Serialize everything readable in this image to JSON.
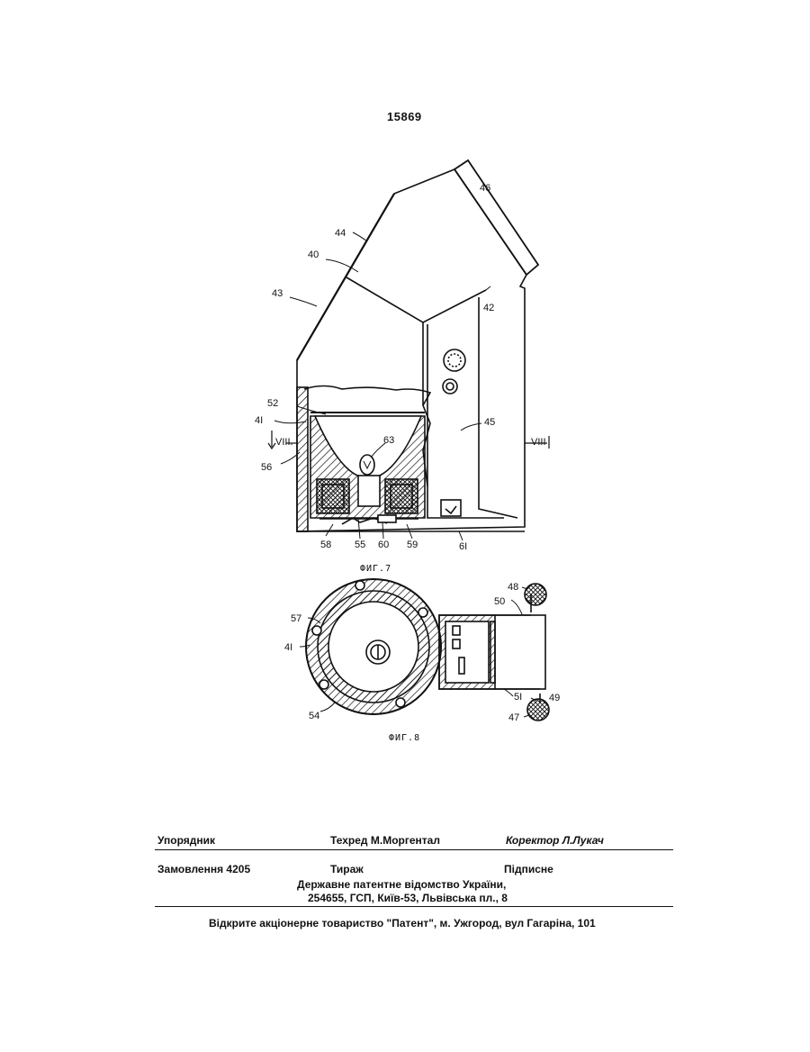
{
  "page": {
    "number": "15869"
  },
  "figures": {
    "fig7": {
      "caption": "ФИГ.7",
      "labels": {
        "l46": "46",
        "l44": "44",
        "l40": "40",
        "l43": "43",
        "l42": "42",
        "l52": "52",
        "l41": "4I",
        "l63": "63",
        "l56": "56",
        "l45": "45",
        "l58": "58",
        "l55": "55",
        "l60": "60",
        "l59": "59",
        "l61": "6I",
        "sec_left": "VIII.",
        "sec_right": "VIII"
      }
    },
    "fig8": {
      "caption": "ФИГ.8",
      "labels": {
        "l48": "48",
        "l50": "50",
        "l57": "57",
        "l41": "4I",
        "l54": "54",
        "l51": "5I",
        "l49": "49",
        "l47": "47"
      }
    }
  },
  "imprint": {
    "compiler": "Упорядник",
    "techred": "Техред М.Моргентал",
    "corrector": "Коректор Л.Лукач",
    "order": "Замовлення  4205",
    "circulation": "Тираж",
    "subscription": "Підписне",
    "office_line1": "Державне  патентне  відомство  України,",
    "office_line2": "254655, ГСП, Київ-53, Львівська пл., 8",
    "printer": "Відкрите  акціонерне  товариство  \"Патент\", м. Ужгород, вул Гагаріна, 101"
  }
}
